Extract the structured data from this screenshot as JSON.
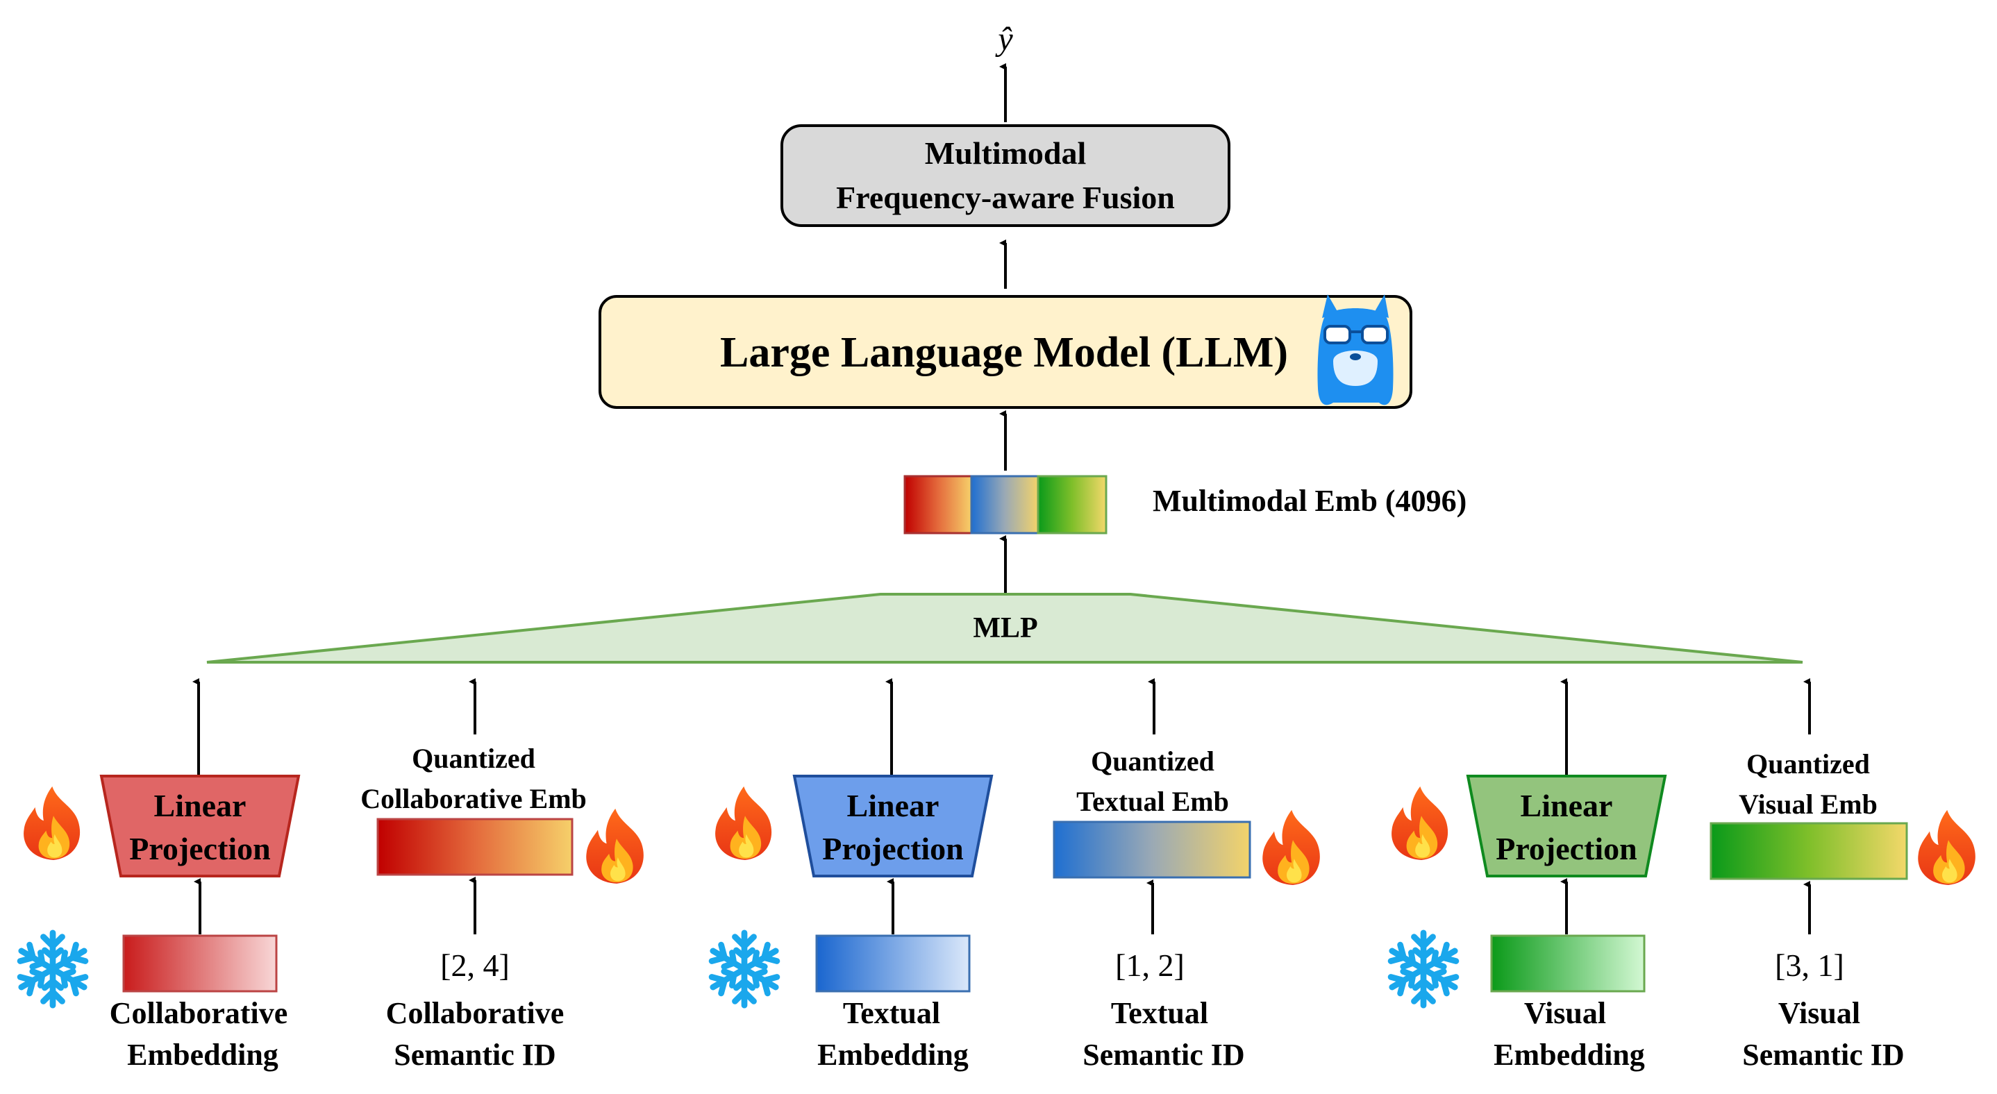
{
  "output_label": "ŷ",
  "fusion": {
    "line1": "Multimodal",
    "line2": "Frequency-aware Fusion"
  },
  "llm": {
    "label": "Large Language Model (LLM)",
    "mascot_icon": "llama-icon"
  },
  "multimodal_emb": {
    "label": "Multimodal Emb (4096)"
  },
  "mlp": {
    "label": "MLP"
  },
  "icons": {
    "trainable": "fire-icon",
    "frozen": "snowflake-icon"
  },
  "colors": {
    "collaborative": "#e06666",
    "textual": "#6d9eeb",
    "visual": "#93c47d",
    "llm_fill": "#fff2cc",
    "fusion_fill": "#d9d9d9",
    "mlp_fill": "#d9ead3"
  },
  "branches": {
    "collaborative": {
      "projection_line1": "Linear",
      "projection_line2": "Projection",
      "quantized_line1": "Quantized",
      "quantized_line2": "Collaborative Emb",
      "semantic_id": "[2, 4]",
      "embedding_line1": "Collaborative",
      "embedding_line2": "Embedding",
      "sid_line1": "Collaborative",
      "sid_line2": "Semantic ID"
    },
    "textual": {
      "projection_line1": "Linear",
      "projection_line2": "Projection",
      "quantized_line1": "Quantized",
      "quantized_line2": "Textual Emb",
      "semantic_id": "[1, 2]",
      "embedding_line1": "Textual",
      "embedding_line2": "Embedding",
      "sid_line1": "Textual",
      "sid_line2": "Semantic ID"
    },
    "visual": {
      "projection_line1": "Linear",
      "projection_line2": "Projection",
      "quantized_line1": "Quantized",
      "quantized_line2": "Visual Emb",
      "semantic_id": "[3, 1]",
      "embedding_line1": "Visual",
      "embedding_line2": "Embedding",
      "sid_line1": "Visual",
      "sid_line2": "Semantic ID"
    }
  }
}
